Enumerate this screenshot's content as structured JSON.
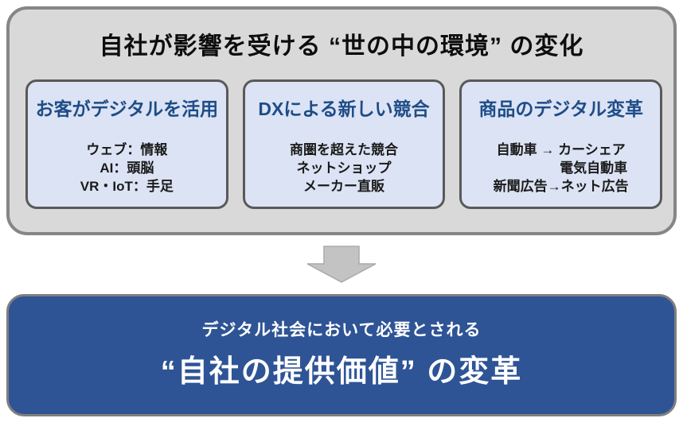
{
  "environment": {
    "title": "自社が影響を受ける “世の中の環境” の変化",
    "boxes": [
      {
        "title": "お客がデジタルを活用",
        "lines": [
          "ウェブ：情報",
          "AI：頭脳",
          "VR・IoT：手足"
        ]
      },
      {
        "title": "DXによる新しい競合",
        "lines": [
          "商圏を超えた競合",
          "ネットショップ",
          "メーカー直販"
        ]
      },
      {
        "title": "商品のデジタル変革",
        "lines": [
          "自動車 → カーシェア",
          "電気自動車",
          "新聞広告→ネット広告"
        ]
      }
    ]
  },
  "result": {
    "subtitle": "デジタル社会において必要とされる",
    "title": "“自社の提供価値” の変革"
  },
  "icons": {
    "down_arrow": "down-arrow-icon"
  },
  "colors": {
    "panel_fill": "#d9d9d9",
    "panel_border": "#868686",
    "card_fill": "#dbe3f4",
    "card_border": "#595959",
    "card_title_blue": "#1e4c87",
    "body_text": "#1a1a1a",
    "arrow_fill": "#c3c3c3",
    "arrow_stroke": "#a9a9a9",
    "banner_fill": "#2e5496",
    "banner_border": "#7f7f7f",
    "banner_text": "#ffffff"
  }
}
